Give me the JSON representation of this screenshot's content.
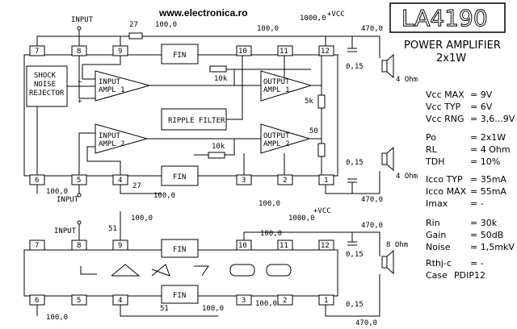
{
  "header": {
    "website": "www.electronica.ro"
  },
  "chip": {
    "name": "LA4190",
    "subtitle": "POWER AMPLIFIER",
    "config": "2x1W"
  },
  "labels": {
    "input": "INPUT",
    "vcc": "+VCC",
    "fin": "FIN",
    "shock_noise_rejector": [
      "SHOCK",
      "NOISE",
      "REJECTOR"
    ],
    "input_ampl_1": [
      "INPUT",
      "AMPL 1"
    ],
    "input_ampl_2": [
      "INPUT",
      "AMPL 2"
    ],
    "output_ampl_1": [
      "OUTPUT",
      "AMPL 1"
    ],
    "output_ampl_2": [
      "OUTPUT",
      "AMPL 2"
    ],
    "ripple_filter": "RIPPLE FILTER",
    "speaker_4ohm": "4 Ohm",
    "speaker_8ohm": "8 Ohm",
    "chip_glyphs": "L A 4 1 9 0"
  },
  "pins_top": [
    "7",
    "8",
    "9",
    "10",
    "11",
    "12"
  ],
  "pins_bottom": [
    "6",
    "5",
    "4",
    "3",
    "2",
    "1"
  ],
  "components": {
    "c_100": "100,0",
    "c_1000": "1000,0",
    "c_470": "470,0",
    "c_015": "0,15",
    "r_27": "27",
    "r_10k": "10k",
    "r_5k": "5k",
    "r_50": "50",
    "r_51": "51"
  },
  "specs": [
    {
      "label": "Vcc MAX",
      "value": "= 9V"
    },
    {
      "label": "Vcc TYP",
      "value": "= 6V"
    },
    {
      "label": "Vcc RNG",
      "value": "= 3,6...9V"
    },
    {
      "label": "Po",
      "value": "= 2x1W"
    },
    {
      "label": "RL",
      "value": "= 4 Ohm"
    },
    {
      "label": "TDH",
      "value": "= 10%"
    },
    {
      "label": "Icco TYP",
      "value": "= 35mA"
    },
    {
      "label": "Icco MAX",
      "value": "= 55mA"
    },
    {
      "label": "Imax",
      "value": "= -"
    },
    {
      "label": "Rin",
      "value": "= 30k"
    },
    {
      "label": "Gain",
      "value": "= 50dB"
    },
    {
      "label": "Noise",
      "value": "= 1,5mkV"
    },
    {
      "label": "Rthj-c",
      "value": "= -"
    },
    {
      "label": "Case",
      "value": "PDIP12"
    }
  ]
}
